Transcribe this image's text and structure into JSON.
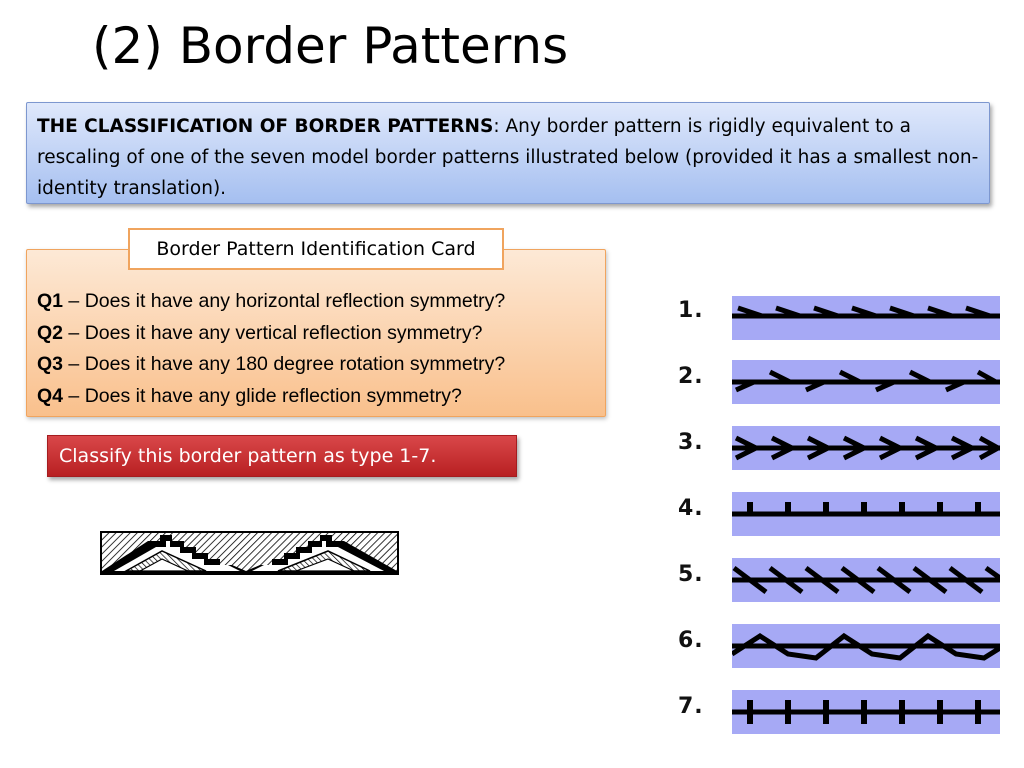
{
  "slide": {
    "title": "(2) Border Patterns",
    "classification": {
      "heading": "THE CLASSIFICATION OF BORDER PATTERNS",
      "text": ":  Any border pattern is rigidly equivalent to a rescaling of one of the seven model border patterns illustrated below (provided it has a smallest non-identity translation)."
    },
    "card": {
      "title": "Border Pattern Identification Card",
      "questions": [
        {
          "id": "Q1",
          "text": " – Does it have any horizontal reflection symmetry?"
        },
        {
          "id": "Q2",
          "text": " – Does it have any vertical reflection symmetry?"
        },
        {
          "id": "Q3",
          "text": " – Does it have any 180 degree rotation symmetry?"
        },
        {
          "id": "Q4",
          "text": " – Does it have any glide reflection symmetry?"
        }
      ]
    },
    "task": "Classify this border pattern as type 1-7.",
    "models": [
      {
        "label": "1.",
        "icon": "pattern-1-icon"
      },
      {
        "label": "2.",
        "icon": "pattern-2-icon"
      },
      {
        "label": "3.",
        "icon": "pattern-3-icon"
      },
      {
        "label": "4.",
        "icon": "pattern-4-icon"
      },
      {
        "label": "5.",
        "icon": "pattern-5-icon"
      },
      {
        "label": "6.",
        "icon": "pattern-6-icon"
      },
      {
        "label": "7.",
        "icon": "pattern-7-icon"
      }
    ],
    "colors": {
      "pattern_band": "#a6a9f5",
      "blue_box": "#a5bff0",
      "card": "#f9c08c",
      "task": "#c0292c"
    }
  }
}
